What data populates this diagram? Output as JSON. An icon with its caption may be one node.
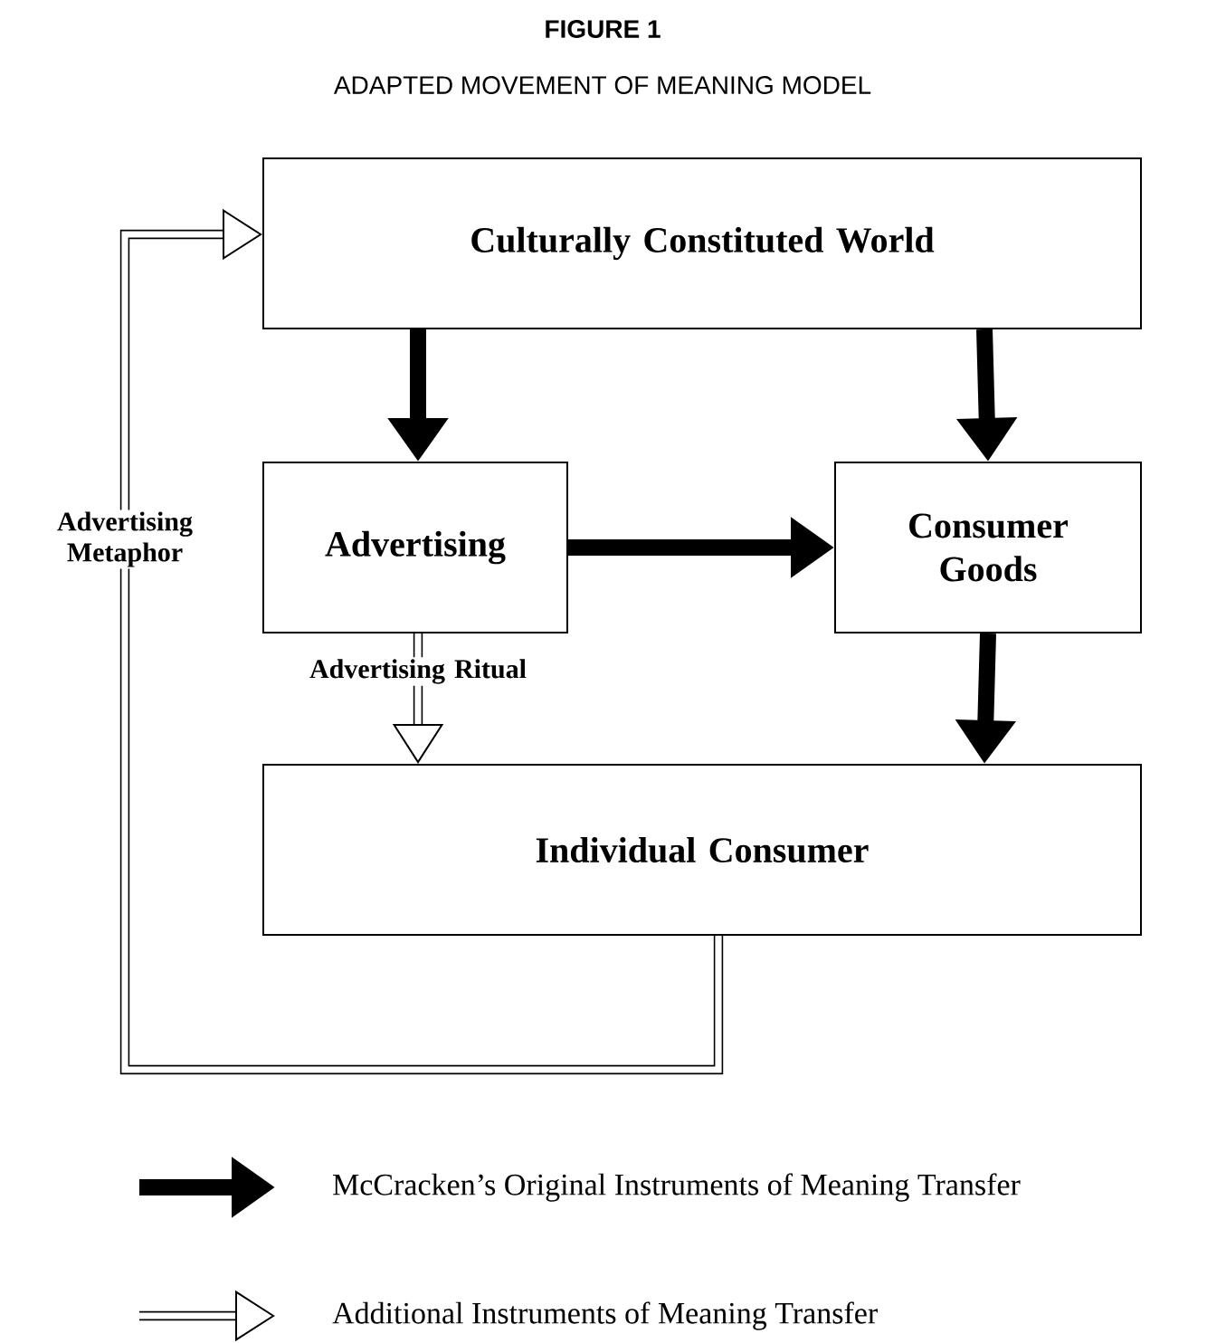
{
  "diagram": {
    "title": "FIGURE 1",
    "nodes": [
      {
        "text": [
          "Culturally Constituted World"
        ]
      },
      {
        "text": [
          "Advertising"
        ]
      },
      {
        "text": [
          "Consumer Goods"
        ]
      },
      {
        "text": [
          "Individual Consumer"
        ]
      }
    ],
    "edges": [
      {
        "from": 0,
        "to": 1,
        "arrow": "to"
      },
      {
        "from": 0,
        "to": 2,
        "arrow": "to"
      },
      {
        "from": 1,
        "to": 2,
        "arrow": "to"
      },
      {
        "from": 2,
        "to": 3,
        "arrow": "to"
      },
      {
        "from": 1,
        "to": 3,
        "arrow": "to",
        "label": "Advertising Ritual"
      },
      {
        "from": 3,
        "to": 0,
        "arrow": "to",
        "label": "Advertising Metaphor"
      }
    ],
    "labels": [
      "ADAPTED MOVEMENT OF MEANING MODEL"
    ],
    "legend": [
      {
        "text": "McCracken’s Original Instruments of Meaning Transfer"
      },
      {
        "text": "Additional Instruments of Meaning Transfer"
      }
    ]
  }
}
